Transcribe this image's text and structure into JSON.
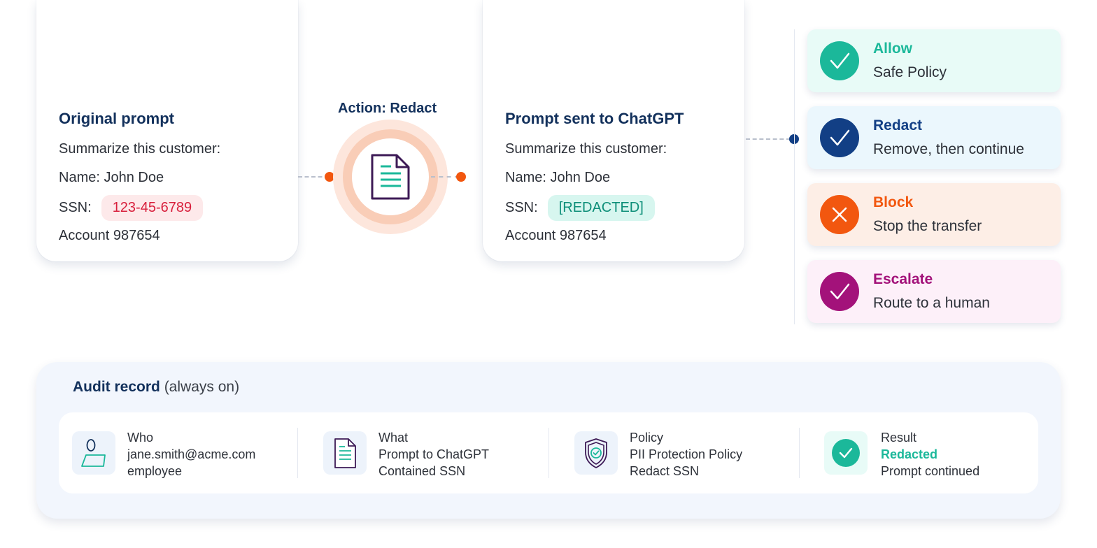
{
  "original_prompt": {
    "title": "Original prompt",
    "line1": "Summarize this customer:",
    "line2": "Name: John Doe",
    "ssn_label": "SSN:",
    "ssn_value": "123-45-6789",
    "line4": "Account 987654"
  },
  "action": {
    "label": "Action: Redact",
    "icon": "document-icon"
  },
  "sent_prompt": {
    "title": "Prompt sent to ChatGPT",
    "line1": "Summarize this customer:",
    "line2": "Name: John Doe",
    "ssn_label": "SSN:",
    "ssn_value": "[REDACTED]",
    "line4": "Account 987654"
  },
  "options": [
    {
      "title": "Allow",
      "subtitle": "Safe Policy",
      "icon": "check-icon",
      "color": "#1bb89a",
      "bg": "#e8fbf7"
    },
    {
      "title": "Redact",
      "subtitle": "Remove, then continue",
      "icon": "check-icon",
      "color": "#123f85",
      "bg": "#ebf7fd"
    },
    {
      "title": "Block",
      "subtitle": "Stop the transfer",
      "icon": "x-icon",
      "color": "#f2570f",
      "bg": "#fdeee6"
    },
    {
      "title": "Escalate",
      "subtitle": "Route to a human",
      "icon": "check-icon",
      "color": "#a3127a",
      "bg": "#fdf0f9"
    }
  ],
  "audit": {
    "title": "Audit record",
    "title_note": "(always on)",
    "items": [
      {
        "heading": "Who",
        "line1": "jane.smith@acme.com",
        "line2": "employee",
        "icon": "user-icon"
      },
      {
        "heading": "What",
        "line1": "Prompt to ChatGPT",
        "line2": "Contained SSN",
        "icon": "document-icon"
      },
      {
        "heading": "Policy",
        "line1": "PII Protection Policy",
        "line2": "Redact SSN",
        "icon": "shield-check-icon"
      },
      {
        "heading": "Result",
        "line1": "Redacted",
        "line2": "Prompt continued",
        "icon": "check-circle-icon"
      }
    ]
  },
  "colors": {
    "navy": "#13315c",
    "orange": "#f2570f",
    "teal": "#1bb89a",
    "red": "#d81f3c"
  }
}
